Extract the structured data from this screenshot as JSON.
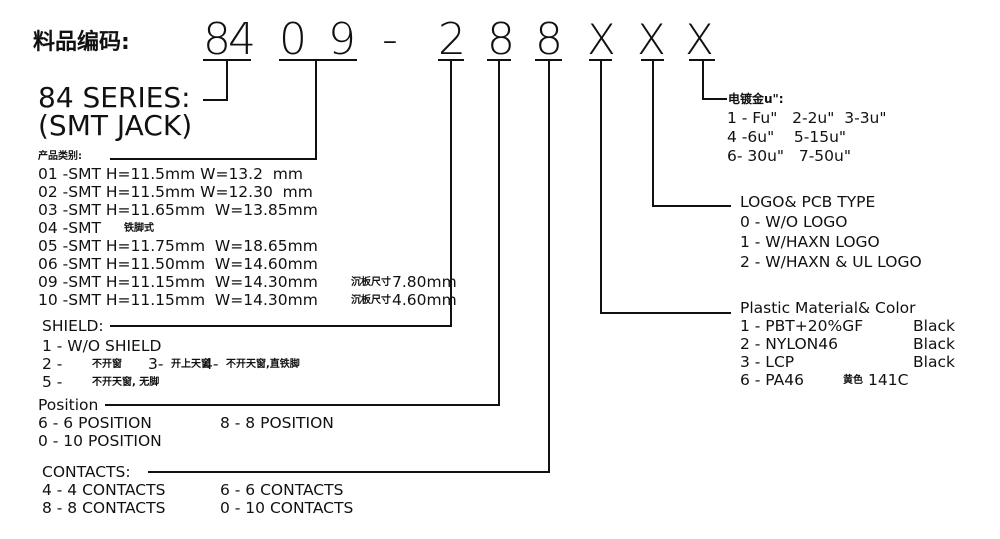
{
  "header": {
    "label": "料品编码:",
    "code_chars": [
      "8",
      "4",
      "0",
      "9",
      "-",
      "2",
      "8",
      "8",
      "X",
      "X",
      "X"
    ]
  },
  "series": {
    "line1": "84 SERIES:",
    "line2": "(SMT JACK)"
  },
  "product_type": {
    "title": "产品类别:",
    "items": [
      {
        "text": "01 -SMT H=11.5mm W=13.2  mm",
        "note": ""
      },
      {
        "text": "02 -SMT H=11.5mm W=12.30  mm",
        "note": ""
      },
      {
        "text": "03 -SMT H=11.65mm  W=13.85mm",
        "note": ""
      },
      {
        "text": "04 -SMT",
        "note": "铁脚式"
      },
      {
        "text": "05 -SMT H=11.75mm  W=18.65mm",
        "note": ""
      },
      {
        "text": "06 -SMT H=11.50mm  W=14.60mm",
        "note": ""
      },
      {
        "text": "09 -SMT H=11.15mm  W=14.30mm",
        "note": "沉板尺寸",
        "tail": "7.80mm"
      },
      {
        "text": "10 -SMT H=11.15mm  W=14.30mm",
        "note": "沉板尺寸",
        "tail": "4.60mm"
      }
    ]
  },
  "shield": {
    "title": "SHIELD:",
    "row1": "1 - W/O SHIELD",
    "row2_a": "2 -",
    "row2_a_cn": "不开窗",
    "row2_b": "3-",
    "row2_b_cn": "开上天窗",
    "row2_c": "4-",
    "row2_c_cn": "不开天窗,直铁脚",
    "row3_a": "5 -",
    "row3_a_cn": "不开天窗, 无脚"
  },
  "position": {
    "title": "Position",
    "row1_a": "6 - 6 POSITION",
    "row1_b": "8 - 8 POSITION",
    "row2_a": "0 - 10 POSITION"
  },
  "contacts": {
    "title": "CONTACTS:",
    "row1_a": "4 - 4 CONTACTS",
    "row1_b": "6 - 6 CONTACTS",
    "row2_a": "8 - 8 CONTACTS",
    "row2_b": "0 - 10 CONTACTS"
  },
  "plating": {
    "title": "电镀金u\":",
    "row1": "1 - Fu\"   2-2u\"  3-3u\"",
    "row2": "4 -6u\"    5-15u\"",
    "row3": "6- 30u\"   7-50u\""
  },
  "logo": {
    "title": "LOGO& PCB TYPE",
    "row1": "0 - W/O LOGO",
    "row2": "1 - W/HAXN LOGO",
    "row3": "2 - W/HAXN & UL LOGO"
  },
  "material": {
    "title": "Plastic Material& Color",
    "items": [
      {
        "code": "1 - PBT+20%GF",
        "color": "Black"
      },
      {
        "code": "2 - NYLON46",
        "color": "Black"
      },
      {
        "code": "3 - LCP",
        "color": "Black"
      }
    ],
    "item4_a": "6 - PA46",
    "item4_cn": "黄色",
    "item4_b": "141C"
  }
}
